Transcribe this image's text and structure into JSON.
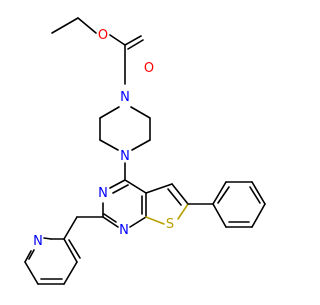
{
  "colors": {
    "carbon_bond": "#000000",
    "oxygen": "#ff0000",
    "nitrogen": "#0000ff",
    "sulfur": "#b8a000",
    "background": "#ffffff"
  },
  "atom_labels": {
    "ester_o": "O",
    "carbonyl_o": "O",
    "pip_n_top": "N",
    "pip_n_bottom": "N",
    "pyrimidine_n_left": "N",
    "pyrimidine_n_bottom": "N",
    "thiophene_s": "S",
    "pyridine_n": "N"
  }
}
